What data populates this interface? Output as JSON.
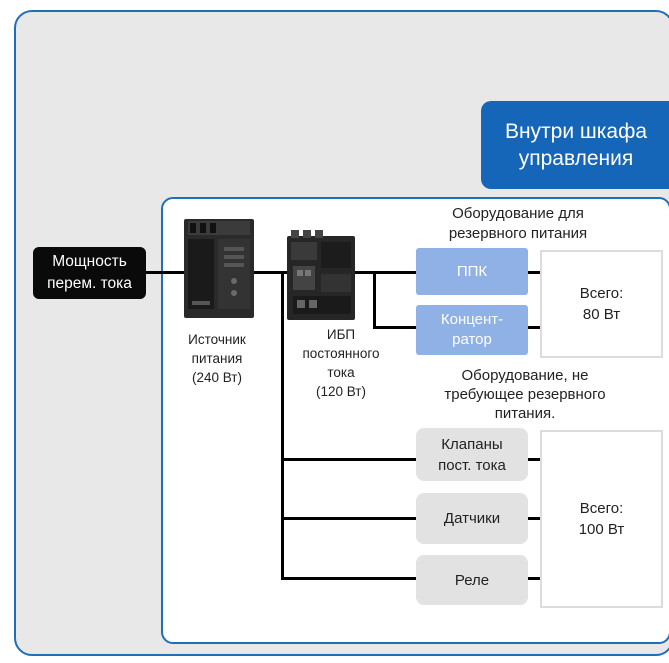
{
  "cabinet": {
    "label": "Внутри шкафа\nуправления"
  },
  "ac_input": {
    "label": "Мощность\nперем. тока"
  },
  "power_supply": {
    "label": "Источник\nпитания\n(240 Вт)",
    "icon": "power-supply-unit"
  },
  "dc_ups": {
    "label": "ИБП\nпостоянного\nтока\n(120 Вт)",
    "icon": "dc-ups-unit"
  },
  "backup_group": {
    "title": "Оборудование для\nрезервного питания",
    "devices": [
      "ППК",
      "Концент-\nратор"
    ],
    "total": "Всего:\n80 Вт",
    "color": "#8fb1e6"
  },
  "nonbackup_group": {
    "title": "Оборудование, не\nтребующее резервного\nпитания.",
    "devices": [
      "Клапаны\nпост. тока",
      "Датчики",
      "Реле"
    ],
    "total": "Всего:\n100 Вт",
    "color": "#e2e2e2"
  },
  "colors": {
    "frame": "#1f6fb8",
    "cabinet_label_bg": "#1566b8",
    "background": "#e8e8e8"
  }
}
